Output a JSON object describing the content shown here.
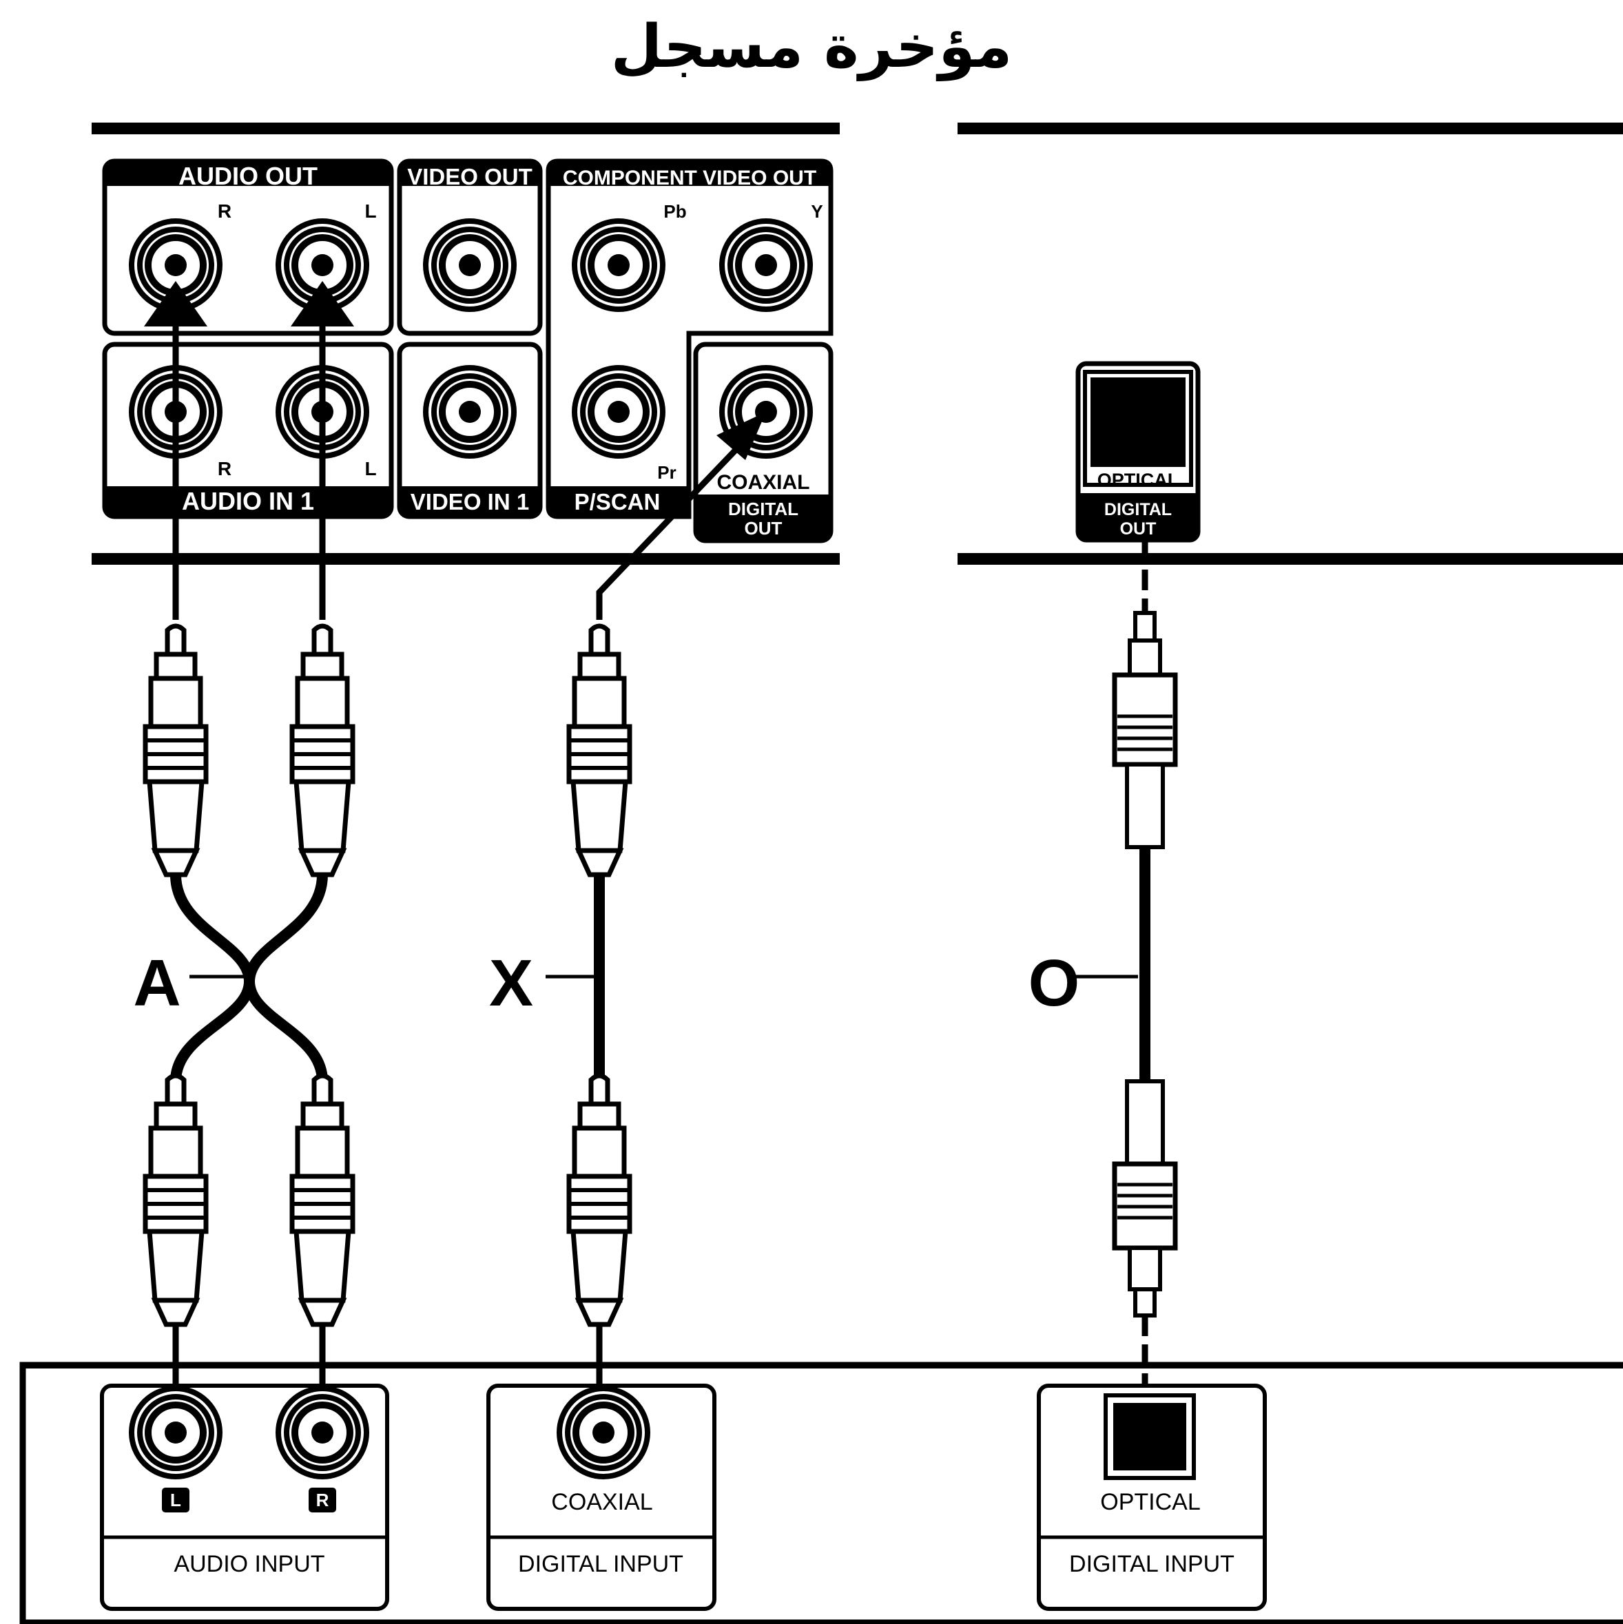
{
  "title": "مؤخرة مسجل",
  "recorder_panel": {
    "audio_out": "AUDIO OUT",
    "video_out": "VIDEO OUT",
    "component_video_out": "COMPONENT VIDEO OUT",
    "audio_in": "AUDIO IN 1",
    "video_in": "VIDEO IN 1",
    "pscan": "P/SCAN",
    "coaxial": "COAXIAL",
    "digital_out_1": "DIGITAL",
    "digital_out_2": "OUT",
    "r_top": "R",
    "l_top": "L",
    "r_bottom": "R",
    "l_bottom": "L",
    "pb": "Pb",
    "y": "Y",
    "pr": "Pr"
  },
  "optical_panel": {
    "optical": "OPTICAL",
    "digital_out_1": "DIGITAL",
    "digital_out_2": "OUT"
  },
  "cables": {
    "a": "A",
    "x": "X",
    "o": "O"
  },
  "receiver_panel": {
    "l_badge": "L",
    "r_badge": "R",
    "audio_input": "AUDIO INPUT",
    "coaxial": "COAXIAL",
    "digital_input_1": "DIGITAL INPUT",
    "optical": "OPTICAL",
    "digital_input_2": "DIGITAL INPUT"
  }
}
